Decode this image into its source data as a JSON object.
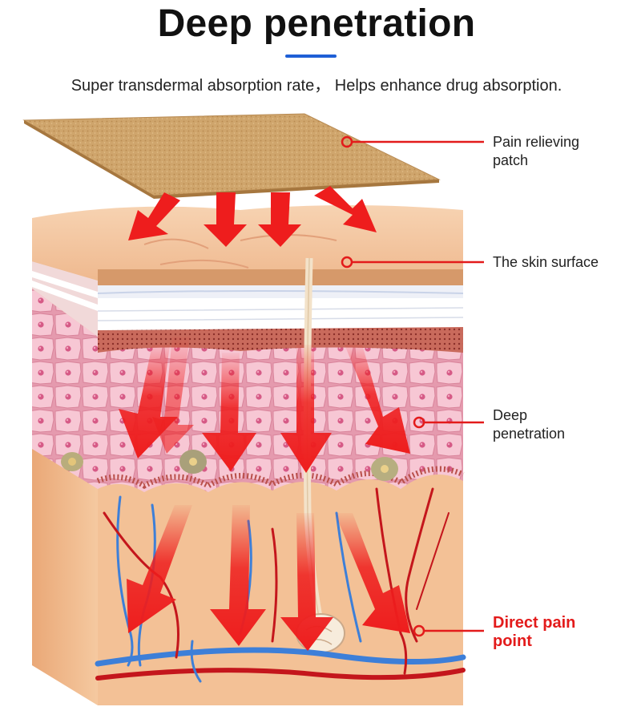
{
  "header": {
    "title": "Deep penetration",
    "subtitle": "Super transdermal absorption rate， Helps enhance drug absorption."
  },
  "callouts": [
    {
      "id": "patch",
      "text": "Pain relieving\npatch"
    },
    {
      "id": "skin",
      "text": "The skin surface"
    },
    {
      "id": "deep",
      "text": "Deep\npenetration"
    },
    {
      "id": "pain",
      "text": "Direct pain\npoint",
      "highlight": true
    }
  ],
  "colors": {
    "accent": "#1e5fd6",
    "arrow": "#ee1d1d",
    "highlight_text": "#e31b1b",
    "patch": "#cfa56c",
    "skin": "#f3c498",
    "cells": "#f3b7c8",
    "vein": "#3d7fd8",
    "artery": "#c4161c"
  },
  "illustration": {
    "name": "skin-cross-section",
    "elements": [
      "patch",
      "skin surface",
      "cell layer",
      "hair shaft",
      "blood vessels",
      "penetration arrows"
    ]
  }
}
